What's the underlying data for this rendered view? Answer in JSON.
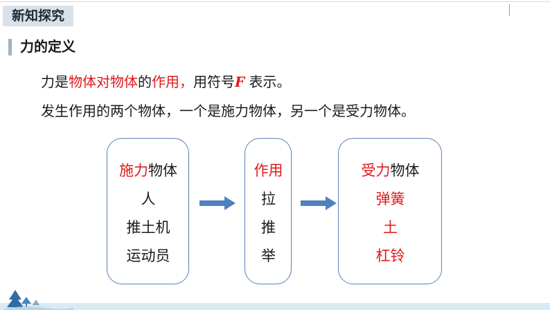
{
  "header": {
    "tag_label": "新知探究"
  },
  "section": {
    "title": "力的定义"
  },
  "definition": {
    "p1": "力是",
    "p2": "物体对物体",
    "p3": "的",
    "p4": "作用，",
    "p5": "用符号",
    "symbol": "F",
    "p6": " 表示。"
  },
  "sentence2": "发生作用的两个物体，一个是施力物体，另一个是受力物体。",
  "boxes": {
    "left": {
      "heading_red": "施力",
      "heading_black": "物体",
      "items": [
        "人",
        "推土机",
        "运动员"
      ]
    },
    "middle": {
      "heading": "作用",
      "items": [
        "拉",
        "推",
        "举"
      ]
    },
    "right": {
      "heading_red": "受力",
      "heading_black": "物体",
      "items": [
        "弹簧",
        "土",
        "杠铃"
      ]
    }
  },
  "colors": {
    "accent_red": "#e0191b",
    "box_border": "#5a7fb3",
    "arrow": "#4f81bd",
    "tag_bg": "#d9e2ea"
  },
  "icons": {
    "arrow": "right-arrow-icon",
    "decoration": "tree-icon"
  }
}
